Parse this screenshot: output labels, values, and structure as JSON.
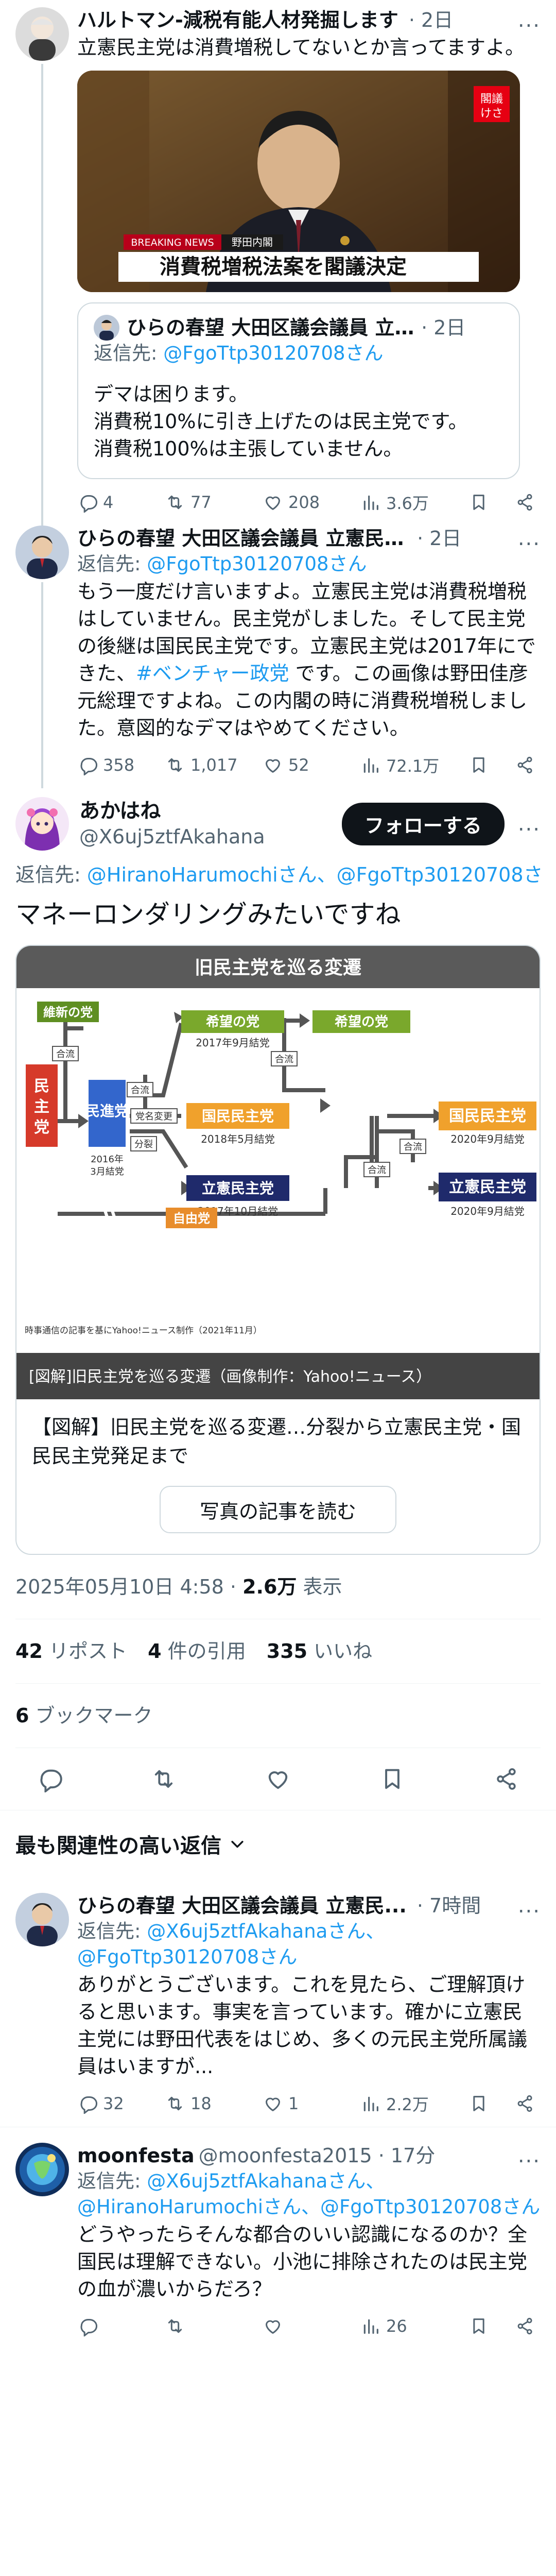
{
  "thread": [
    {
      "name": "ハルトマン-減税有能人材発掘します",
      "time": "2日",
      "more": "...",
      "text": "立憲民主党は消費増税してないとか言ってますよ。",
      "media": {
        "banner_left": "BREAKING NEWS",
        "banner_right": "野田内閣",
        "caption": "消費税増税法案を閣議決定",
        "corner_top": "閣議",
        "corner_bottom": "けさ"
      },
      "quote": {
        "name": "ひらの春望 大田区議会議員 立憲...",
        "time": "2日",
        "reply_label": "返信先:",
        "reply_handle": "@FgoTtp30120708さん",
        "lines": [
          "デマは困ります。",
          "消費税10%に引き上げたのは民主党です。",
          "消費税100%は主張していません。"
        ]
      },
      "actions": {
        "replies": "4",
        "retweets": "77",
        "likes": "208",
        "views": "3.6万"
      }
    },
    {
      "name": "ひらの春望 大田区議会議員 立憲民主...",
      "time": "2日",
      "more": "...",
      "reply_label": "返信先:",
      "reply_handle": "@FgoTtp30120708さん",
      "text_before": "もう一度だけ言いますよ。立憲民主党は消費税増税はしていません。民主党がしました。そして民主党の後継は国民民主党です。立憲民主党は2017年にできた、",
      "hashtag": "#ベンチャー政党",
      "text_after": " です。この画像は野田佳彦元総理ですよね。この内閣の時に消費税増税しました。意図的なデマはやめてください。",
      "actions": {
        "replies": "358",
        "retweets": "1,017",
        "likes": "52",
        "views": "72.1万"
      }
    }
  ],
  "main": {
    "name": "あかはね",
    "handle": "@X6uj5ztfAkahana",
    "follow_label": "フォローする",
    "more": "...",
    "reply_label": "返信先:",
    "reply_handles": "@HiranoHarumochiさん、@FgoTtp30120708さん",
    "text": "マネーロンダリングみたいですね",
    "card": {
      "diagram_title": "旧民主党を巡る変遷",
      "parties": {
        "minshu": "民主党",
        "ishin": "維新の党",
        "minshin": "民進党",
        "kibou1": "希望の党",
        "kibou2": "希望の党",
        "kokumin1": "国民民主党",
        "kokumin2": "国民民主党",
        "rikken1": "立憲民主党",
        "rikken2": "立憲民主党",
        "jiyu": "自由党"
      },
      "labels": {
        "gouryu1": "合流",
        "gouryu2": "合流",
        "gouryu3": "合流",
        "gouryu4": "合流",
        "gouryu5": "合流",
        "meishou": "党名変更",
        "bunretsu": "分裂",
        "d_minshin": "2016年\n3月結党",
        "d_kibou": "2017年9月結党",
        "d_kokumin1": "2018年5月結党",
        "d_kokumin2": "2020年9月結党",
        "d_rikken1": "2017年10月結党",
        "d_rikken2": "2020年9月結党"
      },
      "source": "時事通信の記事を基にYahoo!ニュース制作（2021年11月）",
      "overlay_caption": "[図解]旧民主党を巡る変遷（画像制作：Yahoo!ニュース）",
      "title": "【図解】旧民主党を巡る変遷…分裂から立憲民主党・国民民主党発足まで",
      "button": "写真の記事を読む"
    },
    "timestamp": "2025年05月10日 4:58 · ",
    "views_count": "2.6万",
    "views_label": " 表示",
    "stats": [
      {
        "n": "42",
        "l": "リポスト"
      },
      {
        "n": "4",
        "l": "件の引用"
      },
      {
        "n": "335",
        "l": "いいね"
      }
    ],
    "bookmarks": {
      "n": "6",
      "l": "ブックマーク"
    }
  },
  "sort_label": "最も関連性の高い返信",
  "replies": [
    {
      "name": "ひらの春望 大田区議会議員 立憲民...",
      "time": "7時間",
      "more": "...",
      "reply_label": "返信先:",
      "reply_handles": "@X6uj5ztfAkahanaさん、@FgoTtp30120708さん",
      "text": "ありがとうございます。これを見たら、ご理解頂けると思います。事実を言っています。確かに立憲民主党には野田代表をはじめ、多くの元民主党所属議員はいますが...",
      "actions": {
        "replies": "32",
        "retweets": "18",
        "likes": "1",
        "views": "2.2万"
      }
    },
    {
      "name": "moonfesta",
      "handle_time": "@moonfesta2015 · 17分",
      "more": "...",
      "reply_label": "返信先:",
      "reply_handles": "@X6uj5ztfAkahanaさん、@HiranoHarumochiさん、@FgoTtp30120708さん",
      "text": "どうやったらそんな都合のいい認識になるのか？全国民は理解できない。小池に排除されたのは民主党の血が濃いからだろ？",
      "actions": {
        "replies": "",
        "retweets": "",
        "likes": "",
        "views": "26"
      }
    }
  ],
  "colors": {
    "link": "#1d9bf0",
    "muted": "#536471",
    "minshu": "#d63a2a",
    "minshin": "#3366cc",
    "kibou": "#7aa82c",
    "kokumin": "#f0a12c",
    "rikken": "#1f2a6b",
    "jiyu": "#e88d2c"
  }
}
